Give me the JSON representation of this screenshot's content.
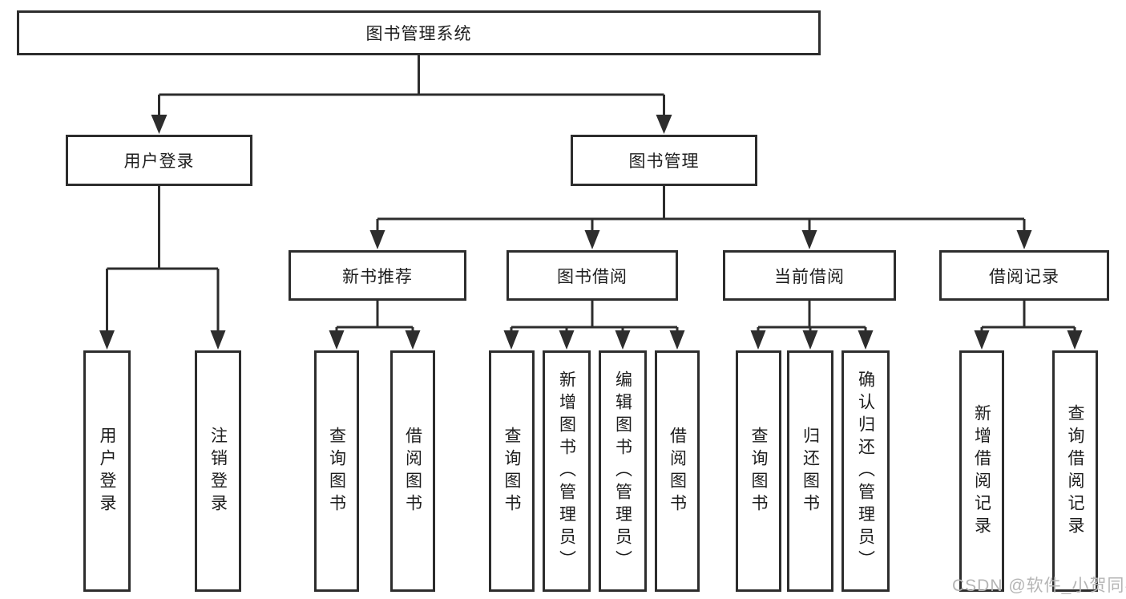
{
  "diagram": {
    "root": {
      "label": "图书管理系统"
    },
    "level2": {
      "user_login": {
        "label": "用户登录"
      },
      "book_management": {
        "label": "图书管理"
      }
    },
    "level3": {
      "new_book_recommend": {
        "label": "新书推荐"
      },
      "book_borrowing": {
        "label": "图书借阅"
      },
      "current_borrowing": {
        "label": "当前借阅"
      },
      "borrow_records": {
        "label": "借阅记录"
      }
    },
    "leaves": {
      "user_login": [
        "用户登录",
        "注销登录"
      ],
      "new_book_recommend": [
        "查询图书",
        "借阅图书"
      ],
      "book_borrowing": [
        "查询图书",
        "新增图书（管理员）",
        "编辑图书（管理员）",
        "借阅图书"
      ],
      "current_borrowing": [
        "查询图书",
        "归还图书",
        "确认归还（管理员）"
      ],
      "borrow_records": [
        "新增借阅记录",
        "查询借阅记录"
      ]
    }
  },
  "watermark": {
    "text": "CSDN @软件_小贺同学",
    "color": "#b5b5b5"
  },
  "colors": {
    "line": "#2d2d2d",
    "box_border": "#2d2d2d",
    "box_background": "#ffffff",
    "text": "#1d1d1d"
  }
}
